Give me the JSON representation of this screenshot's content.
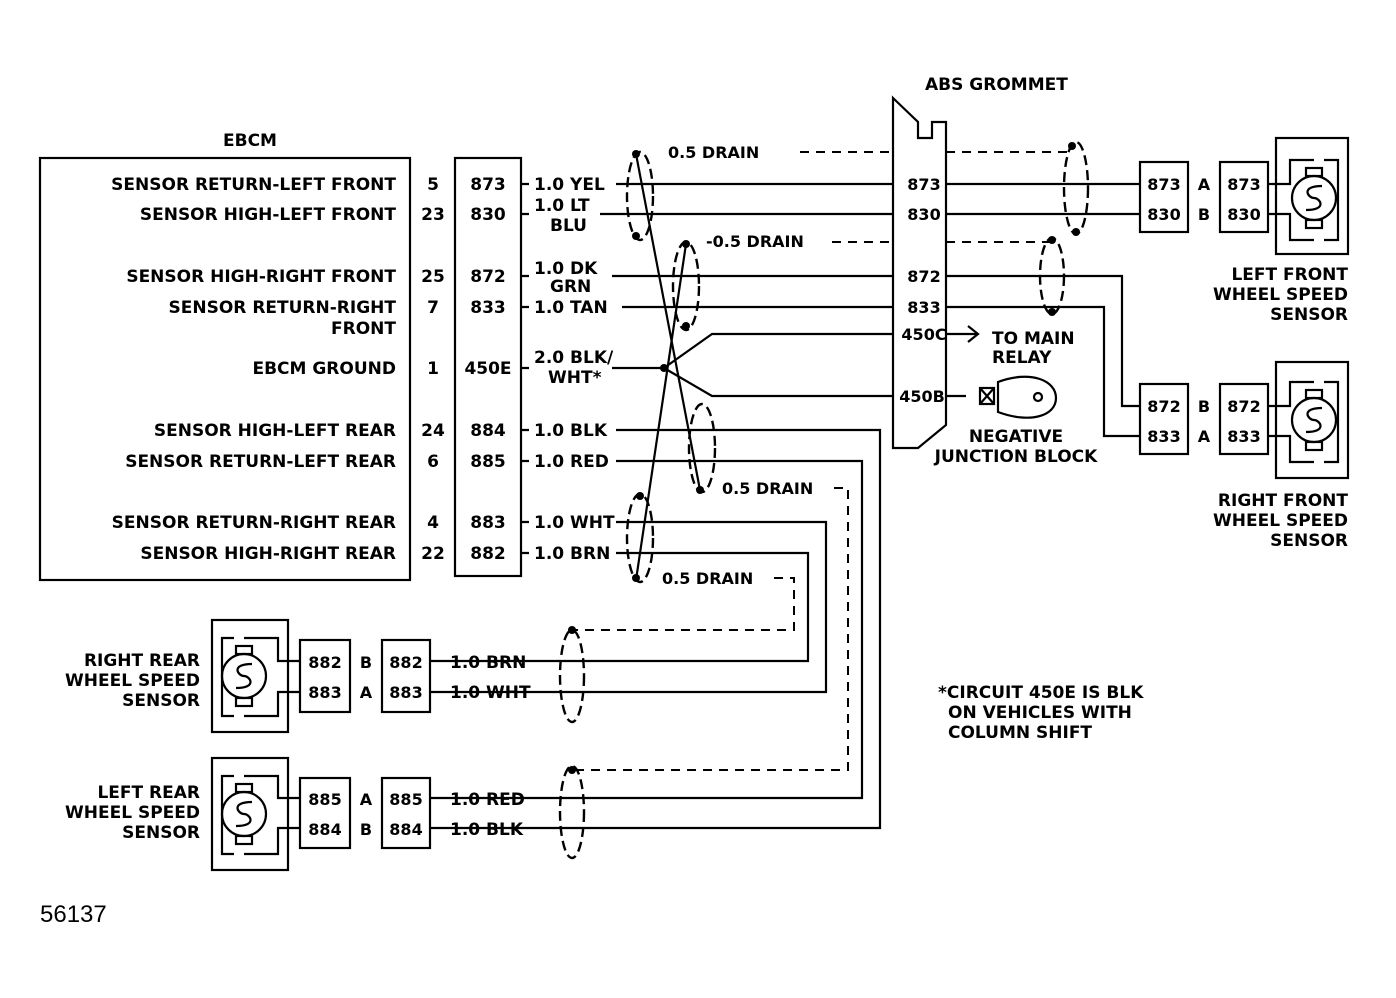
{
  "ebcm": {
    "title": "EBCM",
    "rows": [
      {
        "label": "SENSOR RETURN-LEFT FRONT",
        "pin": "5",
        "circuit": "873",
        "wire": "1.0 YEL"
      },
      {
        "label": "SENSOR HIGH-LEFT FRONT",
        "pin": "23",
        "circuit": "830",
        "wire": "1.0 LT",
        "wire2": "BLU"
      },
      {
        "label": "SENSOR HIGH-RIGHT FRONT",
        "pin": "25",
        "circuit": "872",
        "wire": "1.0  DK",
        "wire2": "GRN"
      },
      {
        "label": "SENSOR RETURN-RIGHT",
        "label2": "FRONT",
        "pin": "7",
        "circuit": "833",
        "wire": "1.0 TAN"
      },
      {
        "label": "EBCM GROUND",
        "pin": "1",
        "circuit": "450E",
        "wire": "2.0 BLK/",
        "wire2": "WHT*"
      },
      {
        "label": "SENSOR HIGH-LEFT REAR",
        "pin": "24",
        "circuit": "884",
        "wire": "1.0 BLK"
      },
      {
        "label": "SENSOR RETURN-LEFT REAR",
        "pin": "6",
        "circuit": "885",
        "wire": "1.0 RED"
      },
      {
        "label": "SENSOR RETURN-RIGHT REAR",
        "pin": "4",
        "circuit": "883",
        "wire": "1.0 WHT"
      },
      {
        "label": "SENSOR HIGH-RIGHT REAR",
        "pin": "22",
        "circuit": "882",
        "wire": "1.0 BRN"
      }
    ]
  },
  "drains": {
    "d1": "0.5 DRAIN",
    "d2": "-0.5 DRAIN",
    "d3": "0.5 DRAIN",
    "d4": "0.5 DRAIN"
  },
  "grommet": {
    "title": "ABS GROMMET",
    "pins": [
      "873",
      "830",
      "872",
      "833",
      "450C",
      "450B"
    ]
  },
  "relay": {
    "line1": "TO MAIN",
    "line2": "RELAY"
  },
  "junction": {
    "line1": "NEGATIVE",
    "line2": "JUNCTION BLOCK"
  },
  "left_front": {
    "label": [
      "LEFT FRONT",
      "WHEEL SPEED",
      "SENSOR"
    ],
    "left_circuits": [
      "873",
      "830"
    ],
    "terminals": [
      "A",
      "B"
    ],
    "right_circuits": [
      "873",
      "830"
    ]
  },
  "right_front": {
    "label": [
      "RIGHT FRONT",
      "WHEEL SPEED",
      "SENSOR"
    ],
    "left_circuits": [
      "872",
      "833"
    ],
    "terminals": [
      "B",
      "A"
    ],
    "right_circuits": [
      "872",
      "833"
    ]
  },
  "right_rear": {
    "label": [
      "RIGHT REAR",
      "WHEEL SPEED",
      "SENSOR"
    ],
    "left_circuits": [
      "882",
      "883"
    ],
    "terminals": [
      "B",
      "A"
    ],
    "right_circuits": [
      "882",
      "883"
    ],
    "wires": [
      "1.0 BRN",
      "1.0 WHT"
    ]
  },
  "left_rear": {
    "label": [
      "LEFT REAR",
      "WHEEL SPEED",
      "SENSOR"
    ],
    "left_circuits": [
      "885",
      "884"
    ],
    "terminals": [
      "A",
      "B"
    ],
    "right_circuits": [
      "885",
      "884"
    ],
    "wires": [
      "1.0 RED",
      "1.0 BLK"
    ]
  },
  "note": [
    "*CIRCUIT 450E IS BLK",
    "ON VEHICLES WITH",
    "COLUMN SHIFT"
  ],
  "figure_number": "56137"
}
